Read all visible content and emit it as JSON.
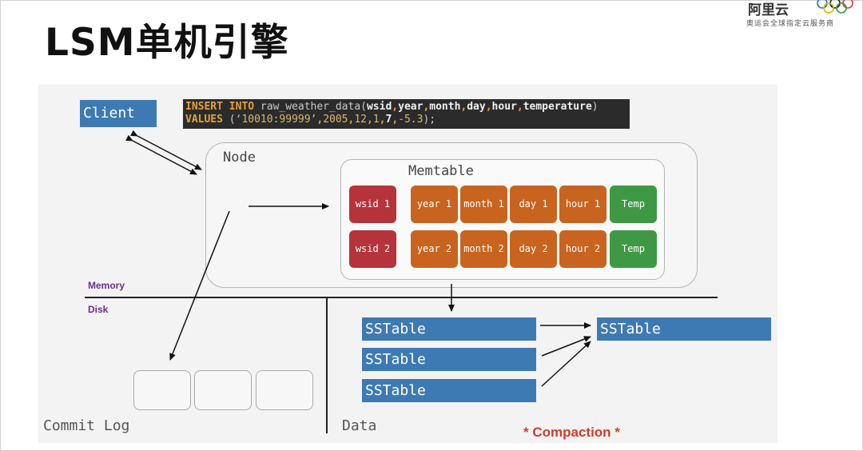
{
  "title": "LSM单机引擎",
  "logo": {
    "brand": "阿里云",
    "subtitle": "奥运会全球指定云服务商"
  },
  "client": "Client",
  "code": {
    "line1": {
      "kw1": "INSERT INTO",
      "table": " raw_weather_data(",
      "f1": "wsid",
      "f2": "year",
      "f3": "month",
      "f4": "day",
      "f5": "hour",
      "f6": "temperature",
      "close": ")"
    },
    "line2": {
      "kw": "VALUES",
      "open": " (",
      "v1": "‘10010:99999’",
      "v2": "2005",
      "v3": "12",
      "v4": "1",
      "v5": "7",
      "v6": "-5.3",
      "close": ");"
    }
  },
  "node_label": "Node",
  "memtable_label": "Memtable",
  "memtable_rows": [
    [
      "wsid 1",
      "year 1",
      "month 1",
      "day 1",
      "hour 1",
      "Temp"
    ],
    [
      "wsid 2",
      "year 2",
      "month 2",
      "day 2",
      "hour 2",
      "Temp"
    ]
  ],
  "memory_label": "Memory",
  "disk_label": "Disk",
  "sstables": [
    "SSTable",
    "SSTable",
    "SSTable"
  ],
  "sstable_merged": "SSTable",
  "commit_log_label": "Commit Log",
  "data_label": "Data",
  "compaction_label": "* Compaction *",
  "colors": {
    "blue_box": "#3d7ab3",
    "wsid": "#b5333b",
    "field": "#c8641f",
    "temp": "#3f9944",
    "label_purple": "#6b2d8f",
    "compaction": "#d43a2a"
  }
}
